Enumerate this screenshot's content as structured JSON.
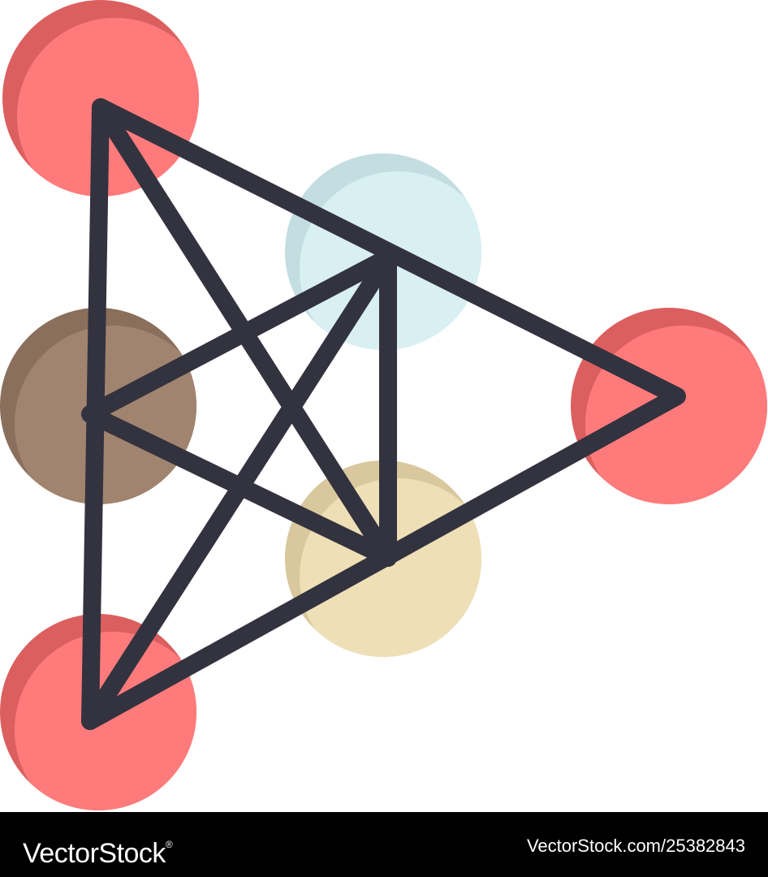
{
  "artwork": {
    "nodes": [
      {
        "name": "top-left-node",
        "color": "#ff7b7b",
        "shade": "#dc5f5f"
      },
      {
        "name": "middle-left-node",
        "color": "#a1846f",
        "shade": "#8a6f5c"
      },
      {
        "name": "bottom-left-node",
        "color": "#ff7b7b",
        "shade": "#dc5f5f"
      },
      {
        "name": "center-top-node",
        "color": "#d9f0f2",
        "shade": "#c3dde0"
      },
      {
        "name": "center-bottom-node",
        "color": "#eedfb6",
        "shade": "#d9c89d"
      },
      {
        "name": "right-node",
        "color": "#ff7b7b",
        "shade": "#dc5f5f"
      }
    ],
    "line_color": "#33323f"
  },
  "footer": {
    "background": "#000000",
    "brand": "VectorStock",
    "registered_mark": "®",
    "credit": "VectorStock.com/25382843"
  }
}
